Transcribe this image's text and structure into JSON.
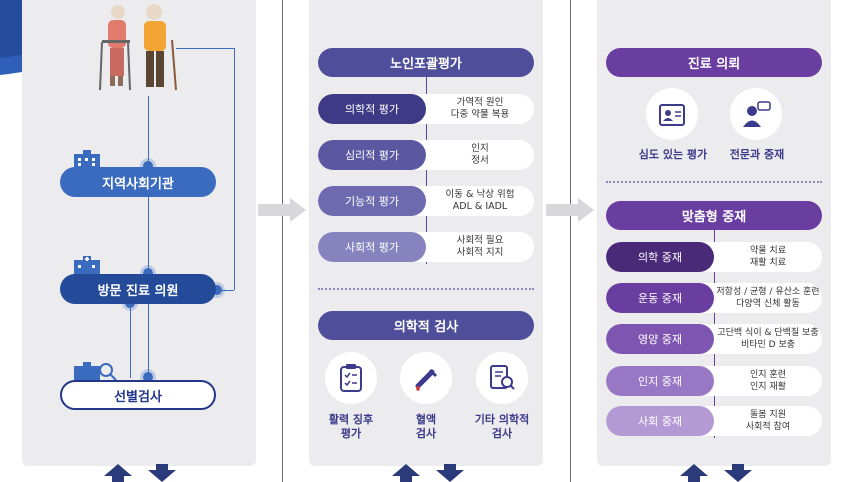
{
  "left": {
    "community": "지역사회기관",
    "visit_clinic": "방문 진료 의원",
    "screening": "선별검사"
  },
  "middle": {
    "cga_title": "노인포괄평가",
    "assessments": [
      {
        "label": "의학적 평가",
        "lines": [
          "가역적 원인",
          "다중 약물 복용"
        ],
        "color": "#3f3a86"
      },
      {
        "label": "심리적 평가",
        "lines": [
          "인지",
          "정서"
        ],
        "color": "#5b57a1"
      },
      {
        "label": "기능적 평가",
        "lines": [
          "이동 & 낙상 위험",
          "ADL & IADL"
        ],
        "color": "#6e6ab0"
      },
      {
        "label": "사회적 평가",
        "lines": [
          "사회적 필요",
          "사회적 지지"
        ],
        "color": "#8783bf"
      }
    ],
    "exam_title": "의학적 검사",
    "exams": [
      {
        "icon": "clipboard-checklist-icon",
        "lines": [
          "활력 징후",
          "평가"
        ]
      },
      {
        "icon": "dropper-blood-icon",
        "lines": [
          "혈액",
          "검사"
        ]
      },
      {
        "icon": "document-search-icon",
        "lines": [
          "기타 의학적",
          "검사"
        ]
      }
    ]
  },
  "right": {
    "consult_title": "진료 의뢰",
    "consults": [
      {
        "icon": "patient-record-icon",
        "label": "심도 있는 평가"
      },
      {
        "icon": "doctor-speech-icon",
        "label": "전문과 중재"
      }
    ],
    "custom_title": "맞춤형 중재",
    "interventions": [
      {
        "label": "의학 중재",
        "lines": [
          "약물 치료",
          "재활 치료"
        ],
        "color": "#4a2a78"
      },
      {
        "label": "운동 중재",
        "lines": [
          "저항성 / 균형 / 유산소 훈련",
          "다양역 신체 활동"
        ],
        "color": "#6a3ea0"
      },
      {
        "label": "영양 중재",
        "lines": [
          "고단백 식이 & 단백질 보충",
          "비타민 D 보충"
        ],
        "color": "#7e55b0"
      },
      {
        "label": "인지 중재",
        "lines": [
          "인지 훈련",
          "인지 재활"
        ],
        "color": "#9878c4"
      },
      {
        "label": "사회 중재",
        "lines": [
          "돌봄 지원",
          "사회적 참여"
        ],
        "color": "#b49ad4"
      }
    ]
  },
  "colors": {
    "blue": "#3b6bbf",
    "navy": "#23378a",
    "indigo": "#4f4e9a",
    "purple": "#6a3ea0"
  }
}
